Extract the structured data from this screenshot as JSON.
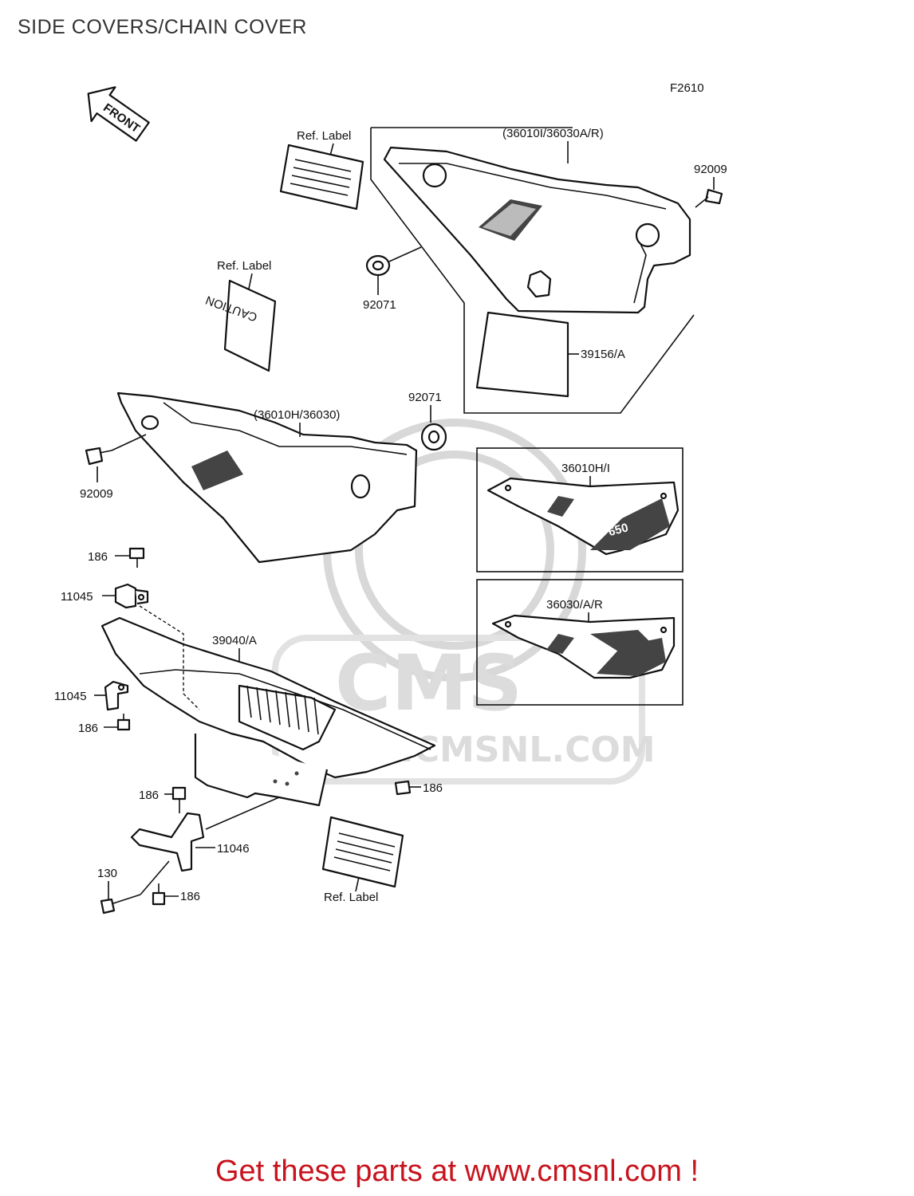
{
  "page": {
    "title": "SIDE COVERS/CHAIN COVER",
    "figure_code": "F2610",
    "footer": "Get these parts at www.cmsnl.com !"
  },
  "watermark": {
    "brand": "CMS",
    "url": "WWW.CMSNL.COM"
  },
  "arrow": {
    "text": "FRONT"
  },
  "labels": {
    "upper_assembly": "(36010I/36030A/R)",
    "lower_assembly": "(36010H/36030)",
    "inset_top": "36010H/I",
    "inset_bottom": "36030/A/R",
    "chain_cover": "39040/A",
    "emblem": "39156/A",
    "grommet_upper": "92071",
    "grommet_lower": "92071",
    "bolt_upper": "92009",
    "bolt_lower": "92009",
    "ref_label_1": "Ref. Label",
    "ref_label_2": "Ref. Label",
    "ref_label_3": "Ref. Label",
    "bolt_186_a": "186",
    "bolt_186_b": "186",
    "bolt_186_c": "186",
    "bolt_186_d": "186",
    "bolt_186_e": "186",
    "bracket_11045_a": "11045",
    "bracket_11045_b": "11045",
    "bracket_11046": "11046",
    "bolt_130": "130"
  },
  "decal_text": {
    "caution": "CAUTION",
    "model_badge": "650"
  }
}
